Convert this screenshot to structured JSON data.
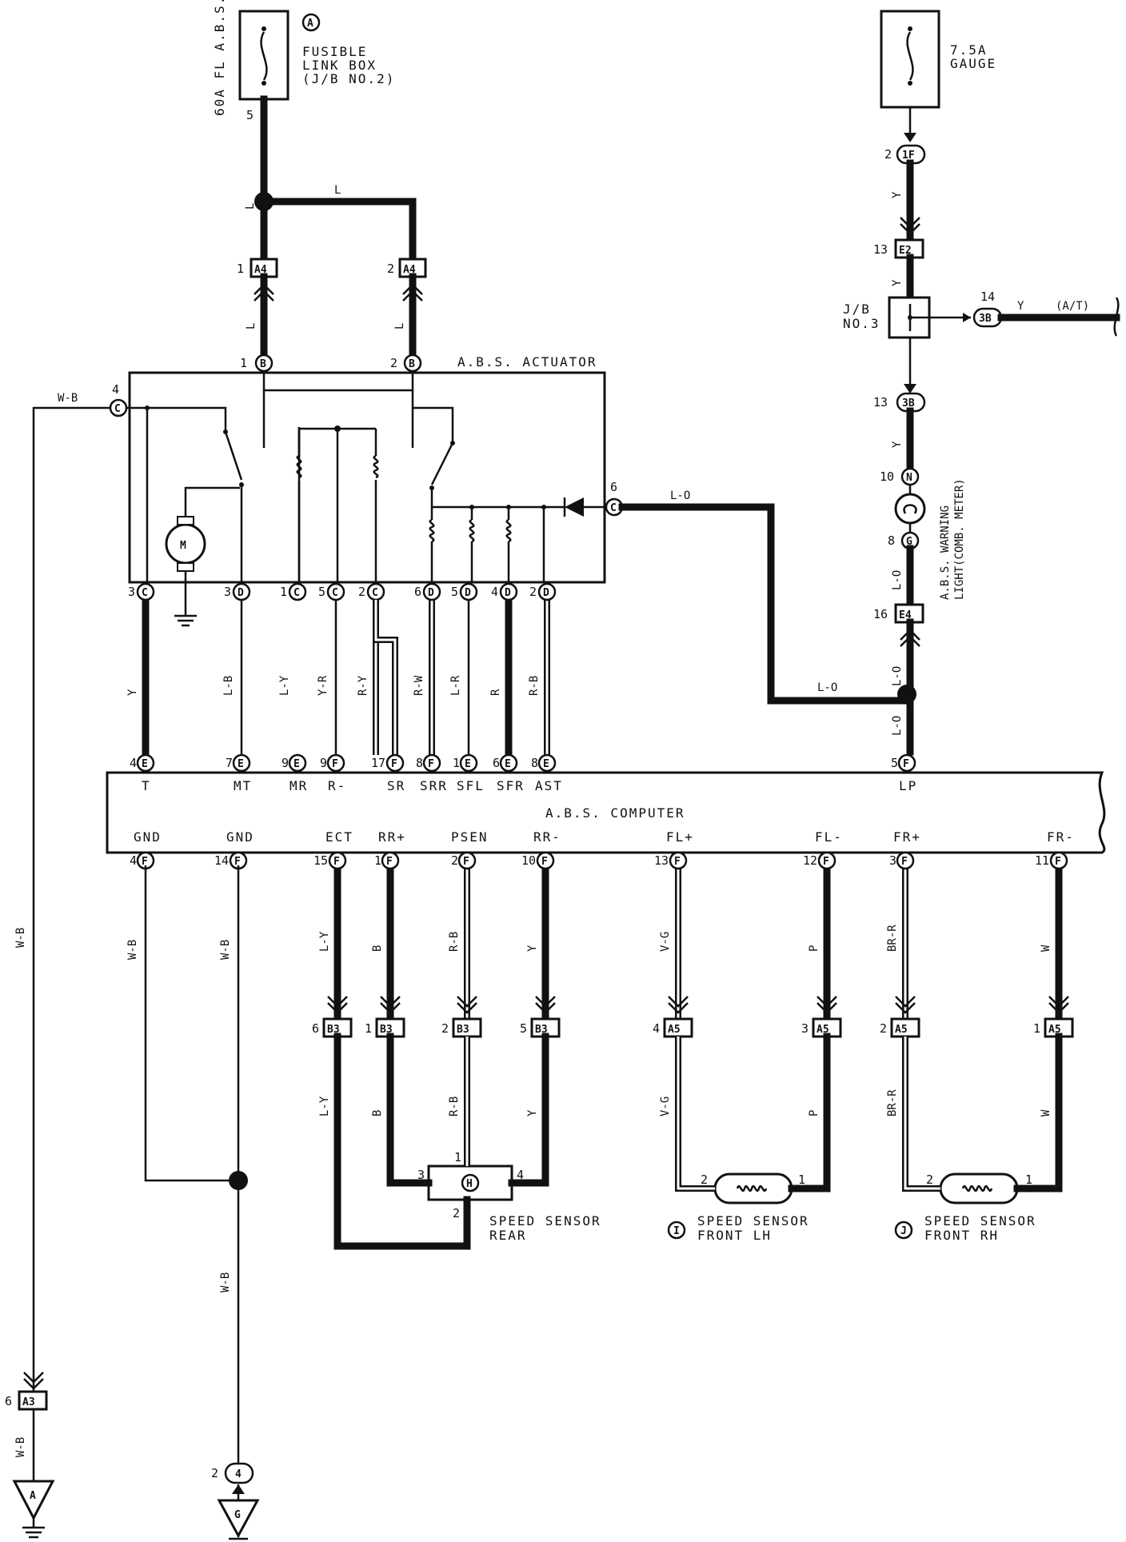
{
  "components": {
    "fusible_link": {
      "rating": "60A FL A.B.S.",
      "letter": "A",
      "text": [
        "FUSIBLE",
        "LINK BOX",
        "(J/B NO.2)"
      ],
      "pin": "5"
    },
    "gauge_fuse": {
      "text": [
        "7.5A",
        "GAUGE"
      ]
    },
    "jb3": {
      "text": [
        "J/B",
        "NO.3"
      ]
    },
    "actuator": {
      "title": "A.B.S. ACTUATOR",
      "motor": "M"
    },
    "computer": {
      "title": "A.B.S. COMPUTER"
    },
    "warning_light": {
      "text": [
        "A.B.S. WARNING",
        "LIGHT(COMB. METER)"
      ]
    },
    "sensor_rear": {
      "letter": "H",
      "text": [
        "SPEED SENSOR",
        "REAR"
      ]
    },
    "sensor_lh": {
      "letter": "I",
      "text": [
        "SPEED SENSOR",
        "FRONT LH"
      ]
    },
    "sensor_rh": {
      "letter": "J",
      "text": [
        "SPEED SENSOR",
        "FRONT RH"
      ]
    },
    "ground_a": "A",
    "ground_g": "G"
  },
  "top_pins": [
    {
      "pin": "3",
      "conn": "C",
      "wire": "Y"
    },
    {
      "pin": "3",
      "conn": "D",
      "wire": "L-B"
    },
    {
      "pin": "1",
      "conn": "C",
      "wire": "L-Y"
    },
    {
      "pin": "5",
      "conn": "C",
      "wire": "Y-R"
    },
    {
      "pin": "2",
      "conn": "C",
      "wire": "R-Y"
    },
    {
      "pin": "6",
      "conn": "D",
      "wire": "R-W"
    },
    {
      "pin": "5",
      "conn": "D",
      "wire": "L-R"
    },
    {
      "pin": "4",
      "conn": "D",
      "wire": "R"
    },
    {
      "pin": "2",
      "conn": "D",
      "wire": "R-B"
    }
  ],
  "computer_top": [
    {
      "pin": "4",
      "conn": "E",
      "term": "T"
    },
    {
      "pin": "7",
      "conn": "E",
      "term": "MT"
    },
    {
      "pin": "9",
      "conn": "E",
      "term": "MR"
    },
    {
      "pin": "9",
      "conn": "F",
      "term": "R-"
    },
    {
      "pin": "17",
      "conn": "F",
      "term": "SR"
    },
    {
      "pin": "8",
      "conn": "F",
      "term": "SRR"
    },
    {
      "pin": "1",
      "conn": "E",
      "term": "SFL"
    },
    {
      "pin": "6",
      "conn": "E",
      "term": "SFR"
    },
    {
      "pin": "8",
      "conn": "E",
      "term": "AST"
    },
    {
      "pin": "5",
      "conn": "F",
      "term": "LP"
    }
  ],
  "computer_bottom": [
    {
      "pin": "4",
      "conn": "F",
      "term": "GND",
      "wire": "W-B"
    },
    {
      "pin": "14",
      "conn": "F",
      "term": "GND",
      "wire": "W-B"
    },
    {
      "pin": "15",
      "conn": "F",
      "term": "ECT",
      "wire": "L-Y"
    },
    {
      "pin": "1",
      "conn": "F",
      "term": "RR+",
      "wire": "B"
    },
    {
      "pin": "2",
      "conn": "F",
      "term": "PSEN",
      "wire": "R-B"
    },
    {
      "pin": "10",
      "conn": "F",
      "term": "RR-",
      "wire": "Y"
    },
    {
      "pin": "13",
      "conn": "F",
      "term": "FL+",
      "wire": "V-G"
    },
    {
      "pin": "12",
      "conn": "F",
      "term": "FL-",
      "wire": "P"
    },
    {
      "pin": "3",
      "conn": "F",
      "term": "FR+",
      "wire": "BR-R"
    },
    {
      "pin": "11",
      "conn": "F",
      "term": "FR-",
      "wire": "W"
    }
  ],
  "mid_connectors": [
    {
      "pin": "6",
      "name": "B3"
    },
    {
      "pin": "1",
      "name": "B3"
    },
    {
      "pin": "2",
      "name": "B3"
    },
    {
      "pin": "5",
      "name": "B3"
    },
    {
      "pin": "4",
      "name": "A5"
    },
    {
      "pin": "3",
      "name": "A5"
    },
    {
      "pin": "2",
      "name": "A5"
    },
    {
      "pin": "1",
      "name": "A5"
    }
  ],
  "labels": {
    "L": "L",
    "LO": "L-O",
    "WB": "W-B",
    "Y": "Y",
    "AT": "(A/T)",
    "A4": "A4",
    "A3": "A3",
    "E2": "E2",
    "E4": "E4",
    "F1": "1F",
    "B3c": "3B",
    "N": "N",
    "G": "G",
    "B": "B",
    "C": "C",
    "four": "4"
  },
  "pins": {
    "p1": "1",
    "p2": "2",
    "p3": "3",
    "p4": "4",
    "p5": "5",
    "p6": "6",
    "p8": "8",
    "p10": "10",
    "p13": "13",
    "p14": "14",
    "p16": "16"
  }
}
